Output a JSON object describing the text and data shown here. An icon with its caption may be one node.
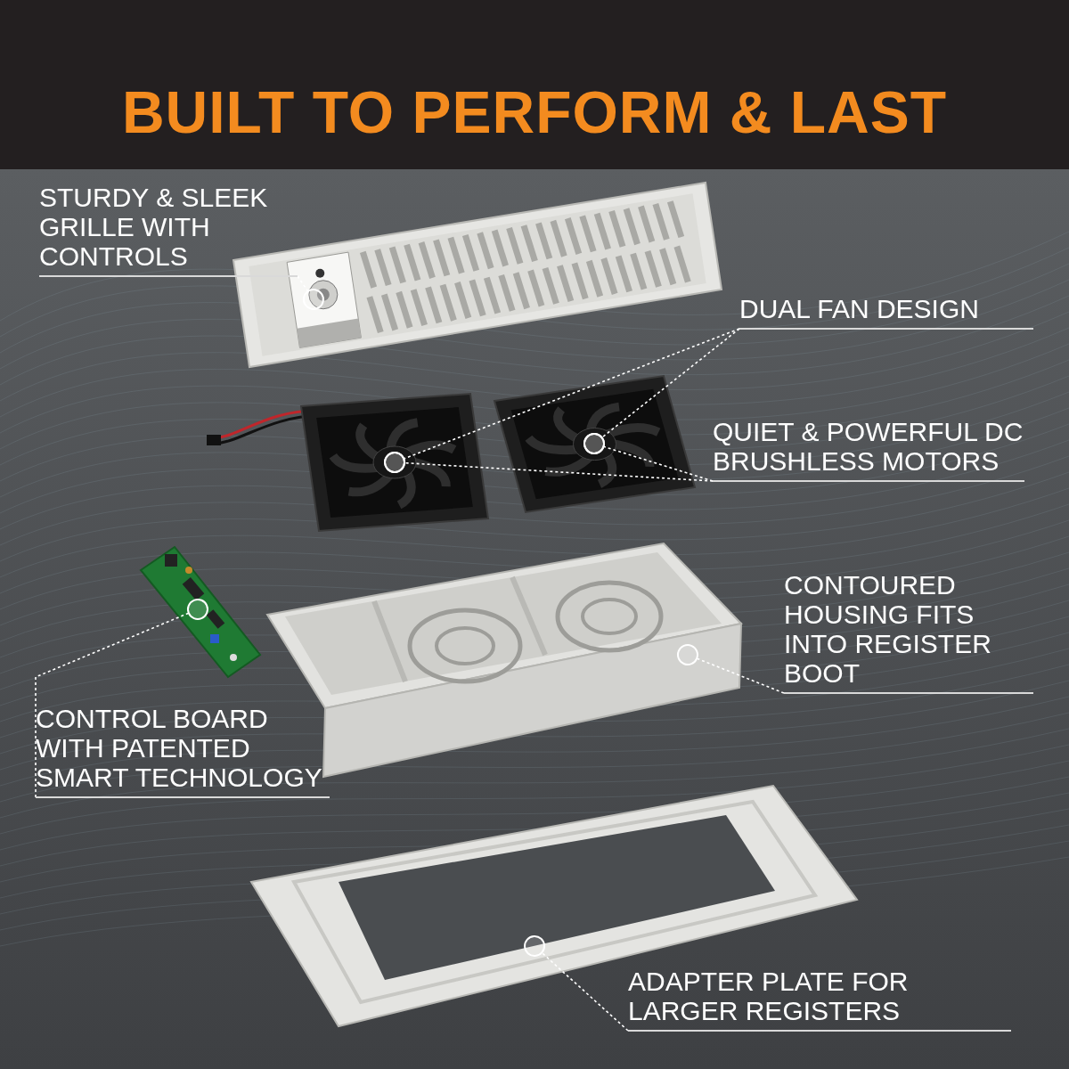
{
  "diagram": {
    "title": "BUILT TO PERFORM & LAST",
    "nodes": [
      {
        "text": [
          "STURDY & SLEEK GRILLE WITH CONTROLS"
        ]
      },
      {
        "text": [],
        "shape": "picture"
      },
      {
        "text": [
          "DUAL FAN DESIGN"
        ]
      },
      {
        "text": [],
        "shape": "picture"
      },
      {
        "text": [],
        "shape": "picture"
      },
      {
        "text": [
          "QUIET & POWERFUL DC BRUSHLESS MOTORS"
        ]
      },
      {
        "text": [],
        "shape": "picture"
      },
      {
        "text": [
          "CONTOURED HOUSING FITS INTO REGISTER BOOT"
        ]
      },
      {
        "text": [],
        "shape": "picture"
      },
      {
        "text": [
          "CONTROL BOARD WITH PATENTED SMART TECHNOLOGY"
        ]
      },
      {
        "text": [],
        "shape": "picture"
      },
      {
        "text": [
          "ADAPTER PLATE FOR LARGER REGISTERS"
        ]
      }
    ],
    "edges": [
      {
        "from": 0,
        "to": 1,
        "arrow": "other",
        "style": "dashed"
      },
      {
        "from": 2,
        "to": 3,
        "arrow": "other",
        "style": "dashed"
      },
      {
        "from": 2,
        "to": 4,
        "arrow": "other",
        "style": "dashed"
      },
      {
        "from": 5,
        "to": 3,
        "arrow": "other",
        "style": "dashed"
      },
      {
        "from": 5,
        "to": 4,
        "arrow": "other",
        "style": "dashed"
      },
      {
        "from": 7,
        "to": 8,
        "arrow": "other",
        "style": "dashed"
      },
      {
        "from": 9,
        "to": 6,
        "arrow": "other",
        "style": "dashed"
      },
      {
        "from": 11,
        "to": 10,
        "arrow": "other",
        "style": "dashed"
      }
    ]
  }
}
